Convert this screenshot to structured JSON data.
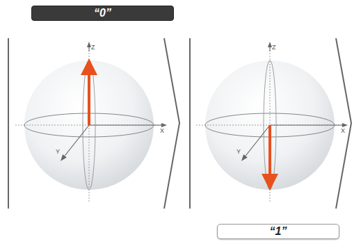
{
  "diagram": {
    "nodes": [
      {
        "text": [
          "“0”"
        ]
      },
      {
        "text": [
          "“1”"
        ]
      }
    ],
    "labels": [
      "Z",
      "X",
      "Y",
      "Z",
      "X",
      "Y"
    ]
  }
}
